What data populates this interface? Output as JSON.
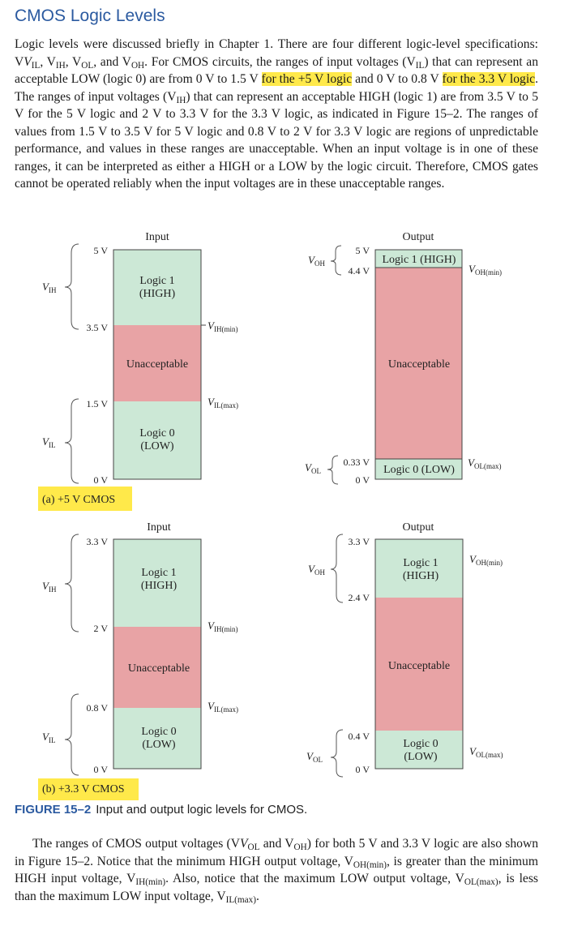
{
  "title": "CMOS Logic Levels",
  "intro": {
    "t1": "Logic levels were discussed briefly in Chapter 1. There are four different logic-level speci­fications: V",
    "s1": "IL",
    "t2": ", V",
    "s2": "IH",
    "t3": ", V",
    "s3": "OL",
    "t4": ", and V",
    "s4": "OH",
    "t5": ". For CMOS circuits, the ranges of input voltages (V",
    "s5": "IL",
    "t6": ") that can represent an acceptable LOW (logic 0) are from 0 V to 1.5 V ",
    "h1": "for the +5 V logic",
    "t7": " and 0 V to 0.8 V ",
    "h2": "for the 3.3 V logic",
    "t8": ". The ranges of input voltages (V",
    "s6": "IH",
    "t9": ") that can represent an acceptable HIGH (logic 1) are from 3.5 V to 5 V for the 5 V logic and 2 V to 3.3 V for the 3.3 V logic, as indicated in Figure 15–2. The ranges of values from 1.5 V to 3.5 V for 5 V logic and 0.8 V to 2 V for 3.3 V logic are regions of unpredictable performance, and values in these ranges are unacceptable. When an input voltage is in one of these ranges, it can be interpreted as either a HIGH or a LOW by the logic circuit. Therefore, CMOS gates cannot be operated reliably when the input voltages are in these unacceptable ranges."
  },
  "figure": {
    "colors": {
      "high": "#cce8d6",
      "unacceptable": "#e8a3a5",
      "low": "#cce8d6",
      "border": "#444444",
      "highlight": "#ffe94a"
    },
    "input_label": "Input",
    "output_label": "Output",
    "v": "V",
    "sub_ih": "IH",
    "sub_il": "IL",
    "sub_oh": "OH",
    "sub_ol": "OL",
    "sub_ihmin": "IH(min)",
    "sub_ilmax": "IL(max)",
    "sub_ohmin": "OH(min)",
    "sub_olmax": "OL(max)",
    "panel_a": {
      "caption": "(a) +5 V CMOS",
      "input": {
        "high_1": "Logic 1",
        "high_2": "(HIGH)",
        "mid": "Unacceptable",
        "low_1": "Logic 0",
        "low_2": "(LOW)",
        "ticks": [
          "5 V",
          "3.5 V",
          "1.5 V",
          "0 V"
        ]
      },
      "output": {
        "high": "Logic 1 (HIGH)",
        "mid": "Unacceptable",
        "low": "Logic 0 (LOW)",
        "ticks": [
          "5 V",
          "4.4 V",
          "0.33 V",
          "0 V"
        ]
      }
    },
    "panel_b": {
      "caption": "(b) +3.3 V CMOS",
      "input": {
        "high_1": "Logic 1",
        "high_2": "(HIGH)",
        "mid": "Unacceptable",
        "low_1": "Logic 0",
        "low_2": "(LOW)",
        "ticks": [
          "3.3 V",
          "2 V",
          "0.8 V",
          "0 V"
        ]
      },
      "output": {
        "high_1": "Logic 1",
        "high_2": "(HIGH)",
        "mid": "Unacceptable",
        "low_1": "Logic 0",
        "low_2": "(LOW)",
        "ticks": [
          "3.3 V",
          "2.4 V",
          "0.4 V",
          "0 V"
        ]
      }
    }
  },
  "caption": {
    "label": "FIGURE 15–2",
    "text": "Input and output logic levels for CMOS."
  },
  "closing": {
    "t1": "The ranges of CMOS output voltages (V",
    "s1": "OL",
    "t2": " and V",
    "s2": "OH",
    "t3": ") for both 5 V and 3.3 V logic are also shown in Figure 15–2. Notice that the minimum HIGH output voltage, V",
    "s3": "OH(min)",
    "t4": ", is greater than the minimum HIGH input voltage, V",
    "s4": "IH(min)",
    "t5": ". Also, notice that the maximum LOW output voltage, V",
    "s5": "OL(max)",
    "t6": ", is less than the maximum LOW input voltage, V",
    "s6": "IL(max)",
    "t7": "."
  }
}
